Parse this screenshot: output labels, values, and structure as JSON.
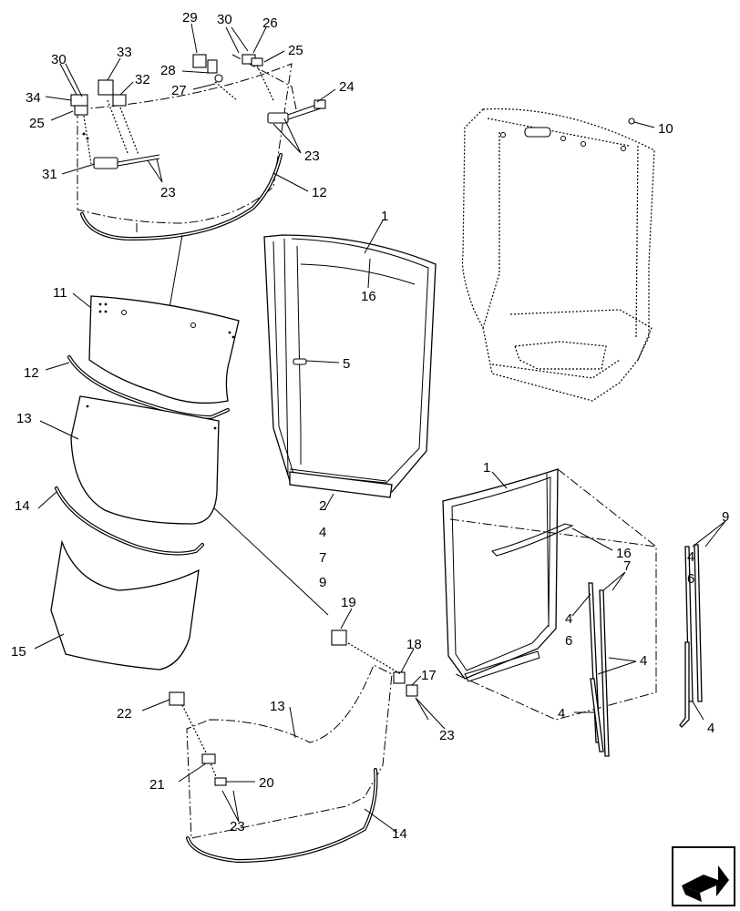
{
  "callouts": {
    "c30a": "30",
    "c34": "34",
    "c25a": "25",
    "c33": "33",
    "c32": "32",
    "c29": "29",
    "c30b": "30",
    "c26": "26",
    "c25b": "25",
    "c28": "28",
    "c27": "27",
    "c24": "24",
    "c23a": "23",
    "c31": "31",
    "c23b": "23",
    "c12a": "12",
    "c1a": "1",
    "c16a": "16",
    "c10": "10",
    "c11": "11",
    "c12b": "12",
    "c13a": "13",
    "c14a": "14",
    "c15": "15",
    "c5": "5",
    "c2": "2",
    "c4a": "4",
    "c7a": "7",
    "c9a": "9",
    "c1b": "1",
    "c16b": "16",
    "c9b": "9",
    "c4b": "4",
    "c6a": "6",
    "c7b": "7",
    "c4c": "4",
    "c6b": "6",
    "c4d": "4",
    "c4e": "4",
    "c4f": "4",
    "c19": "19",
    "c18": "18",
    "c17": "17",
    "c23c": "23",
    "c22": "22",
    "c13b": "13",
    "c21": "21",
    "c20": "20",
    "c23d": "23",
    "c14b": "14"
  },
  "icons": {
    "nav": "arrow-next-icon"
  }
}
